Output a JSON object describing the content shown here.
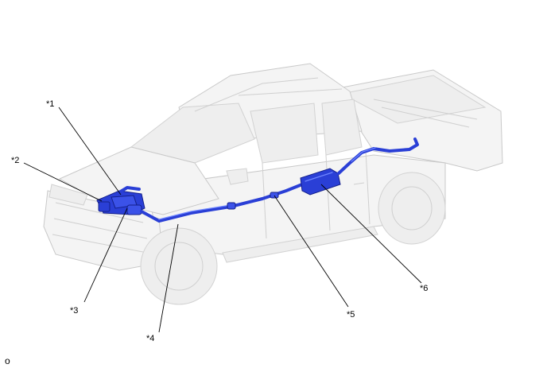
{
  "diagram": {
    "callouts": {
      "c1": "*1",
      "c2": "*2",
      "c3": "*3",
      "c4": "*4",
      "c5": "*5",
      "c6": "*6"
    },
    "figure_code": "o"
  }
}
